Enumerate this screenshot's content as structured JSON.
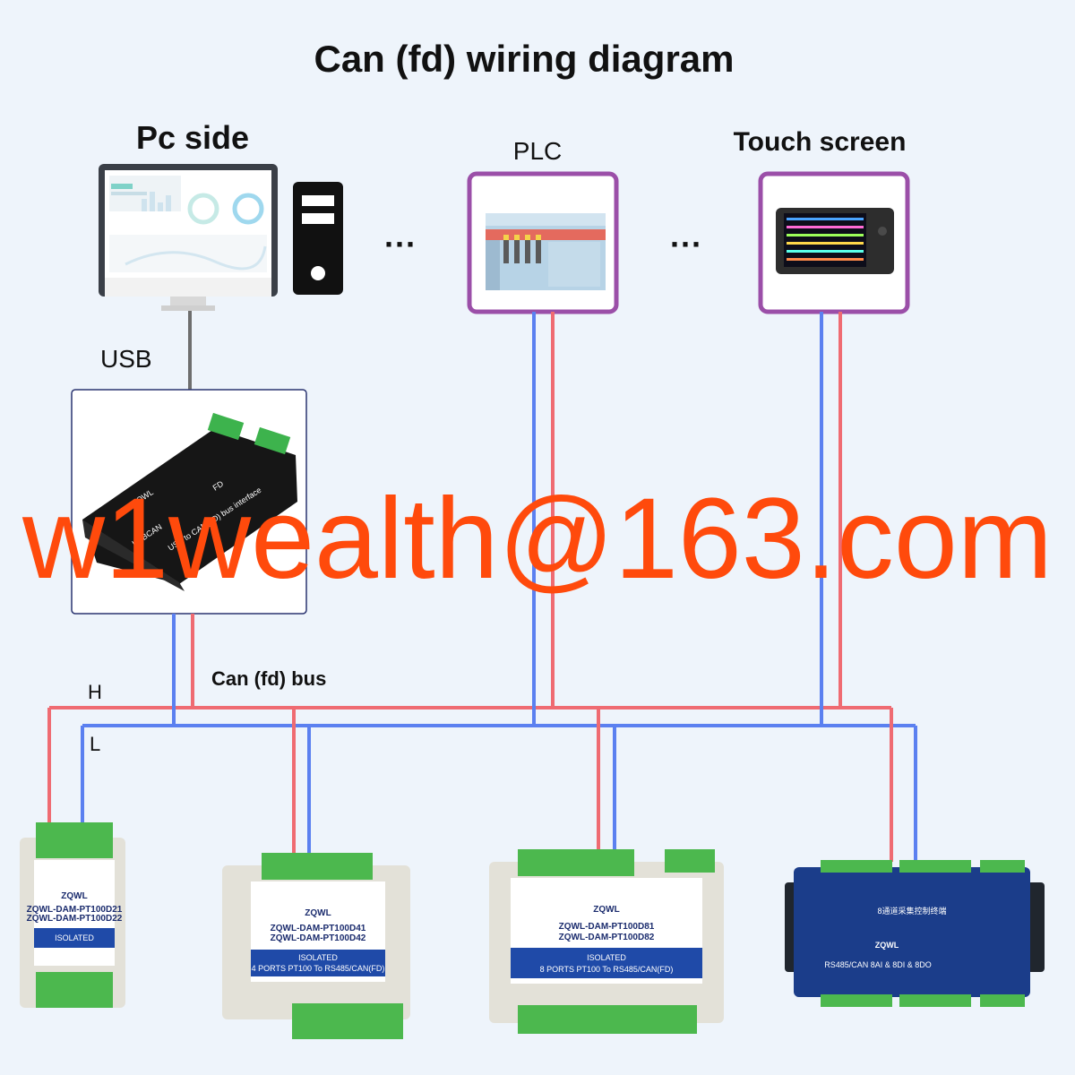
{
  "title": "Can (fd) wiring diagram",
  "labels": {
    "pc_side": "Pc side",
    "plc": "PLC",
    "touch_screen": "Touch screen",
    "usb": "USB",
    "bus": "Can (fd) bus",
    "high": "H",
    "low": "L",
    "ellipsis": "···"
  },
  "usbcan_device": {
    "brand": "ZQWL",
    "name": "USBCAN",
    "suffix": "FD",
    "subtitle": "USB to CAN(FD) bus interface"
  },
  "modules": [
    {
      "brand": "ZQWL",
      "model_a": "ZQWL-DAM-PT100D21",
      "model_b": "ZQWL-DAM-PT100D22",
      "desc": "ISOLATED"
    },
    {
      "brand": "ZQWL",
      "model_a": "ZQWL-DAM-PT100D41",
      "model_b": "ZQWL-DAM-PT100D42",
      "desc": "ISOLATED",
      "desc2": "4 PORTS PT100 To RS485/CAN(FD)"
    },
    {
      "brand": "ZQWL",
      "model_a": "ZQWL-DAM-PT100D81",
      "model_b": "ZQWL-DAM-PT100D82",
      "desc": "ISOLATED",
      "desc2": "8 PORTS PT100 To RS485/CAN(FD)"
    },
    {
      "brand": "ZQWL",
      "model_a": "8通道采集控制终端",
      "desc2": "RS485/CAN 8AI & 8DI & 8DO"
    }
  ],
  "watermark": "w1wealth@163.com",
  "colors": {
    "can_high": "#ef6b72",
    "can_low": "#5b80f0",
    "frame": "#9b4fa8",
    "watermark": "#ff4a0c"
  }
}
